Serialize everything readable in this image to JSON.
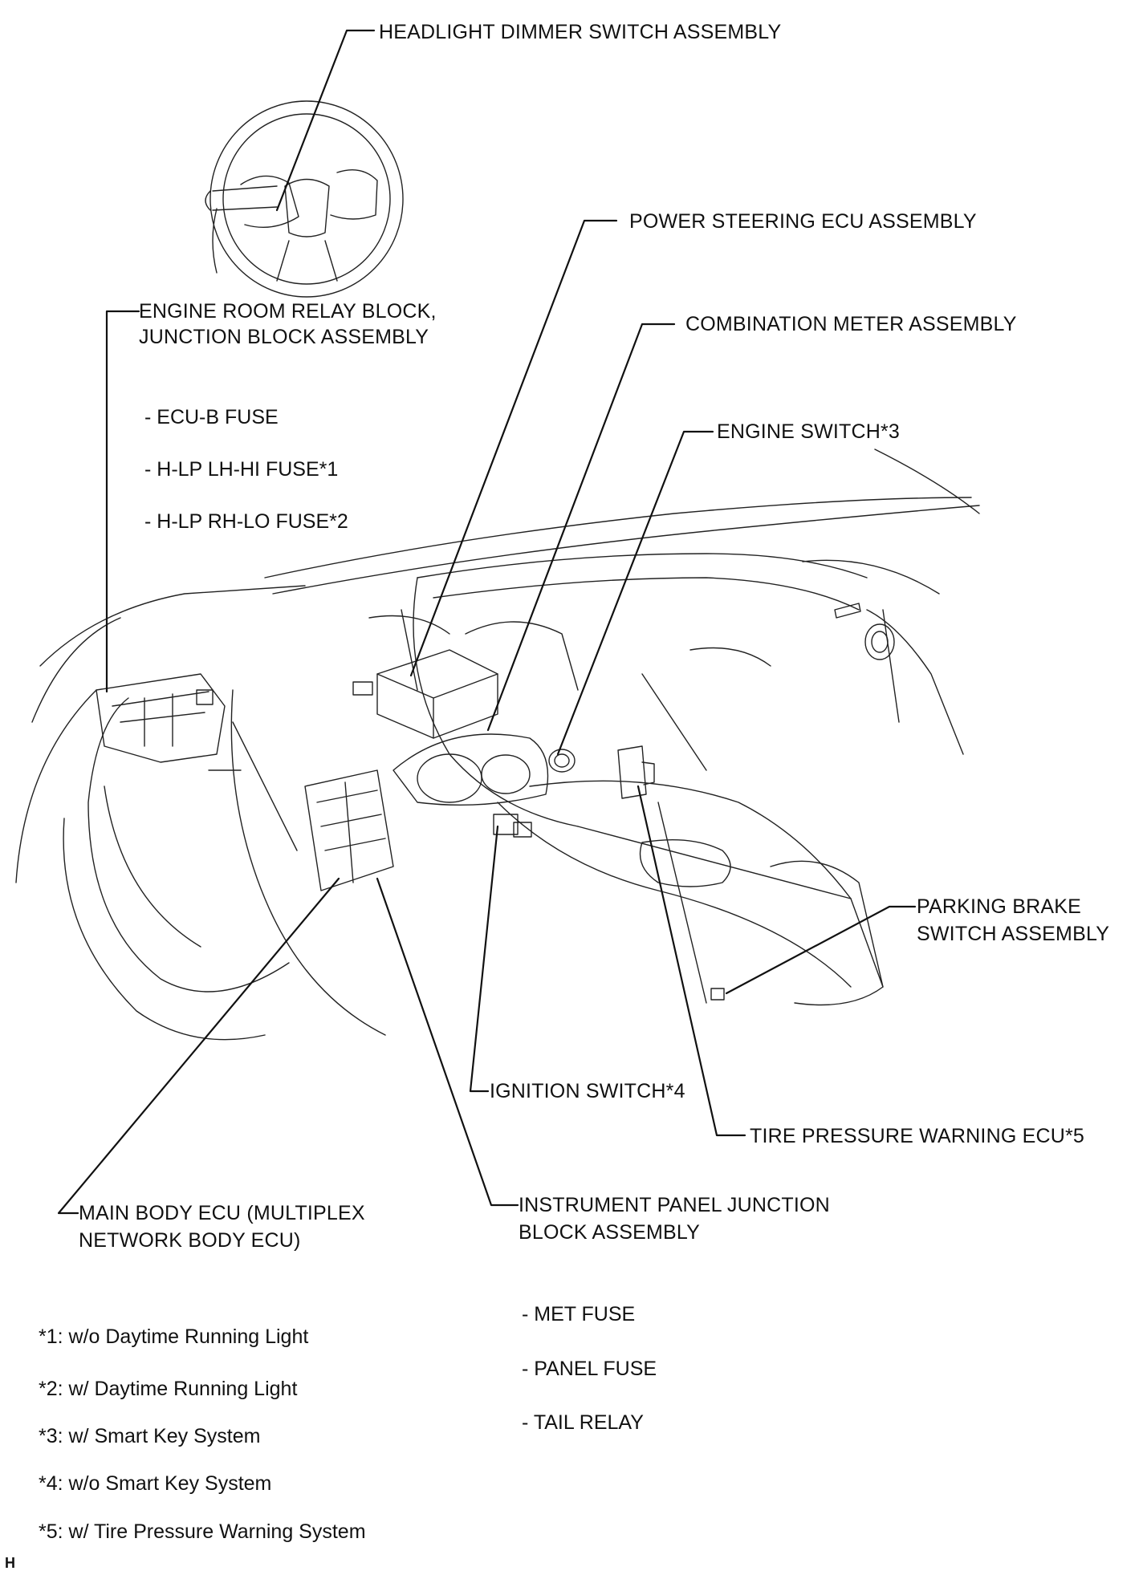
{
  "labels": {
    "headlight": "HEADLIGHT DIMMER SWITCH ASSEMBLY",
    "power_steering": "POWER STEERING ECU ASSEMBLY",
    "engine_room_1": "ENGINE ROOM RELAY BLOCK,",
    "engine_room_2": "JUNCTION BLOCK ASSEMBLY",
    "combination_meter": "COMBINATION METER ASSEMBLY",
    "engine_switch": "ENGINE SWITCH*3",
    "parking_brake_1": "PARKING BRAKE",
    "parking_brake_2": "SWITCH ASSEMBLY",
    "ignition_switch": "IGNITION SWITCH*4",
    "tire_pressure": "TIRE PRESSURE WARNING ECU*5",
    "main_body_1": "MAIN BODY ECU (MULTIPLEX",
    "main_body_2": "NETWORK BODY ECU)",
    "instrument_panel_1": "INSTRUMENT PANEL JUNCTION",
    "instrument_panel_2": "BLOCK ASSEMBLY"
  },
  "engine_room_fuses": [
    "- ECU-B FUSE",
    "- H-LP LH-HI FUSE*1",
    "- H-LP RH-LO FUSE*2"
  ],
  "instrument_panel_items": [
    "- MET FUSE",
    "- PANEL FUSE",
    "- TAIL RELAY"
  ],
  "footnotes": [
    "*1: w/o Daytime Running Light",
    "*2: w/ Daytime Running Light",
    "*3: w/ Smart Key System",
    "*4: w/o Smart Key System",
    "*5: w/ Tire Pressure Warning System"
  ],
  "corner_mark": "H",
  "colors": {
    "ink": "#111111",
    "background": "#ffffff"
  }
}
